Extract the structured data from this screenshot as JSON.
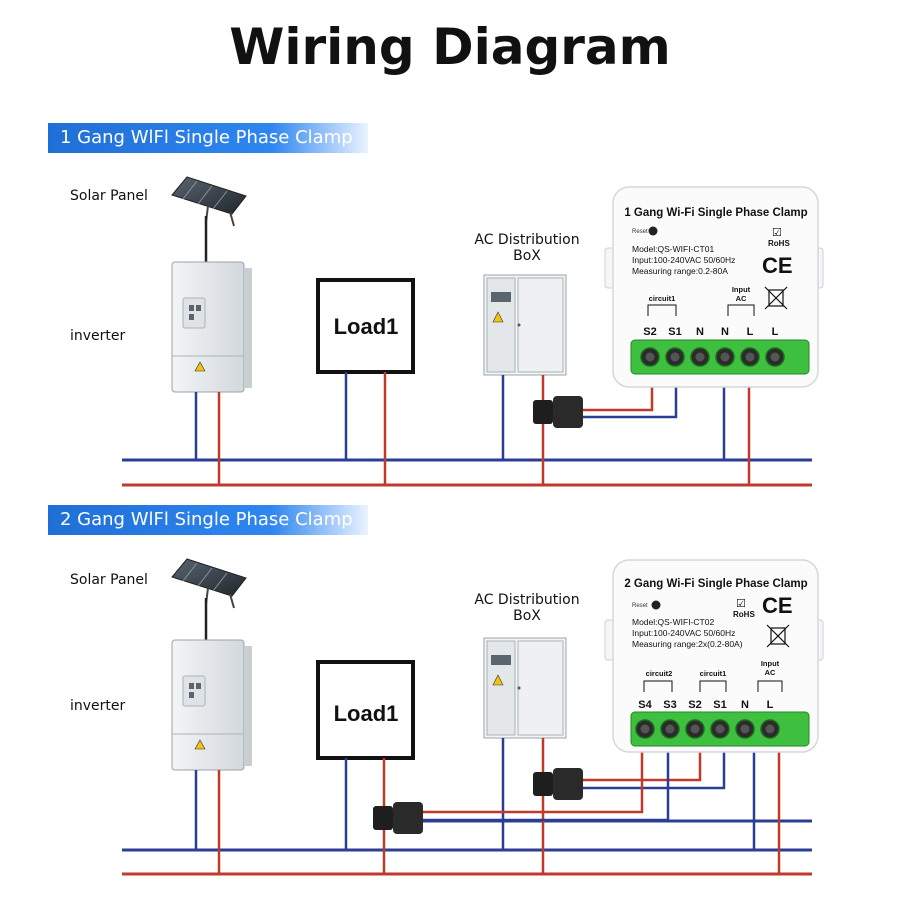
{
  "title": "Wiring Diagram",
  "wire_colors": {
    "live": "#c0392b",
    "neutral": "#2c3e94",
    "terminal": "#3fbf3f"
  },
  "section1": {
    "banner": "1 Gang WlFl Single Phase Clamp",
    "solar_label": "Solar Panel",
    "inverter_label": "inverter",
    "load_label": "Load1",
    "ac_box_label_1": "AC Distribution",
    "ac_box_label_2": "BoX",
    "device": {
      "title": "1 Gang Wi-Fi Single Phase Clamp",
      "reset": "Reset",
      "model": "Model:QS-WIFI-CT01",
      "input": "Input:100-240VAC 50/60Hz",
      "range": "Measuring range:0.2-80A",
      "rohs": "RoHS",
      "ce": "CE",
      "circuit1": "circuit1",
      "input_ac_1": "Input",
      "input_ac_2": "AC",
      "terminals": [
        "S2",
        "S1",
        "N",
        "N",
        "L",
        "L"
      ]
    }
  },
  "section2": {
    "banner": "2 Gang WlFl Single Phase Clamp",
    "solar_label": "Solar Panel",
    "inverter_label": "inverter",
    "load_label": "Load1",
    "ac_box_label_1": "AC Distribution",
    "ac_box_label_2": "BoX",
    "device": {
      "title": "2 Gang Wi-Fi Single Phase Clamp",
      "reset": "Reset",
      "model": "Model:QS-WIFI-CT02",
      "input": "Input:100-240VAC 50/60Hz",
      "range": "Measuring range:2x(0.2-80A)",
      "rohs": "RoHS",
      "ce": "CE",
      "circuit1": "circuit1",
      "circuit2": "circuit2",
      "input_ac_1": "Input",
      "input_ac_2": "AC",
      "terminals": [
        "S4",
        "S3",
        "S2",
        "S1",
        "N",
        "L"
      ]
    }
  }
}
